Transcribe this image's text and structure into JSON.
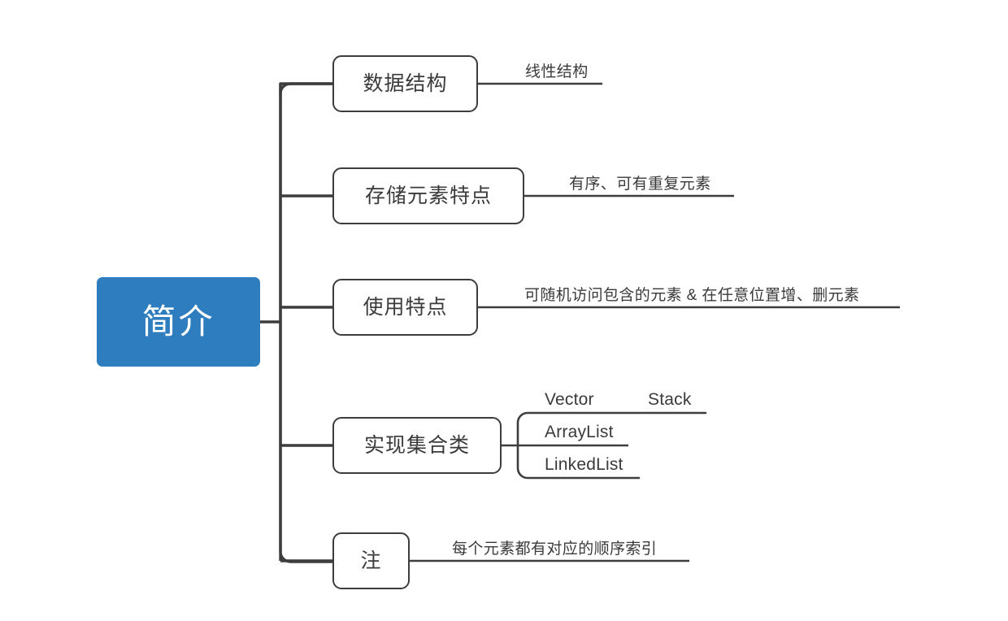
{
  "diagram": {
    "type": "mind-map",
    "title": "简介",
    "colors": {
      "root_fill": "#2e7dbf",
      "root_text": "#ffffff",
      "node_stroke": "#3d3d3d",
      "node_fill": "#ffffff",
      "node_text": "#3a3a3a",
      "connector": "#3d3d3d",
      "background": "#ffffff"
    },
    "root": {
      "label": "简介"
    },
    "branches": [
      {
        "label": "数据结构",
        "leaves": [
          {
            "text": "线性结构"
          }
        ]
      },
      {
        "label": "存储元素特点",
        "leaves": [
          {
            "text": "有序、可有重复元素"
          }
        ]
      },
      {
        "label": "使用特点",
        "leaves": [
          {
            "text": "可随机访问包含的元素 & 在任意位置增、删元素"
          }
        ]
      },
      {
        "label": "实现集合类",
        "leaves": [
          {
            "text": "Vector"
          },
          {
            "text": "Stack"
          },
          {
            "text": "ArrayList"
          },
          {
            "text": "LinkedList"
          }
        ]
      },
      {
        "label": "注",
        "leaves": [
          {
            "text": "每个元素都有对应的顺序索引"
          }
        ]
      }
    ]
  }
}
